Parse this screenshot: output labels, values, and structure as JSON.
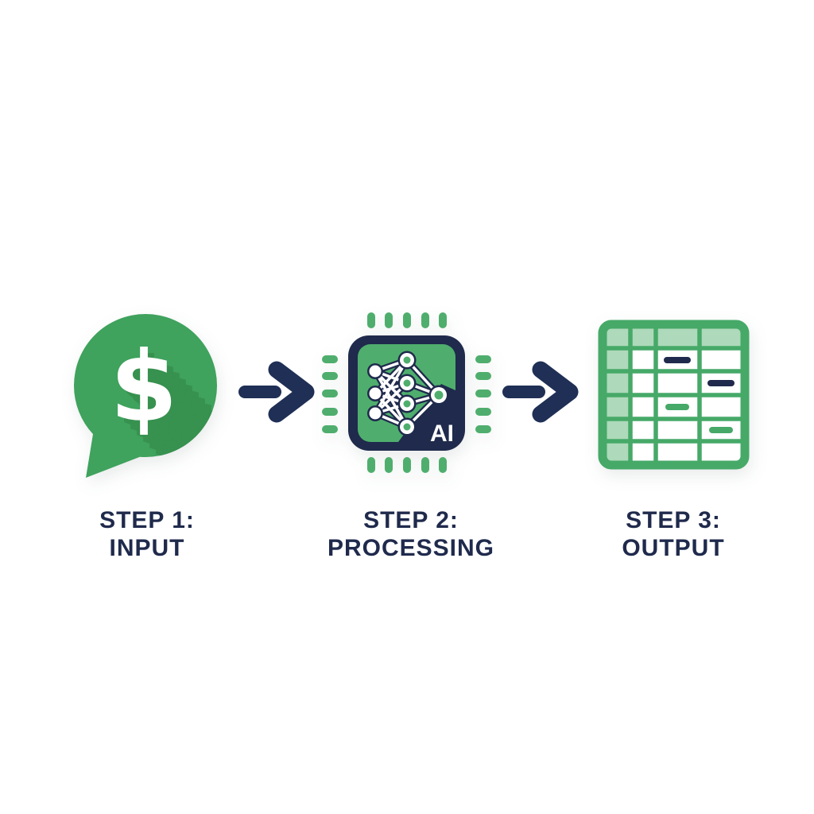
{
  "diagram": {
    "type": "process-flow",
    "background_color": "#ffffff",
    "steps": [
      {
        "id": "input",
        "line1": "STEP 1:",
        "line2": "INPUT",
        "icon": "dollar-speech-bubble-icon",
        "symbol": "$"
      },
      {
        "id": "processing",
        "line1": "STEP 2:",
        "line2": "PROCESSING",
        "icon": "ai-chip-icon",
        "chip_label": "AI"
      },
      {
        "id": "output",
        "line1": "STEP 3:",
        "line2": "OUTPUT",
        "icon": "data-table-icon"
      }
    ],
    "arrows": [
      {
        "from": "input",
        "to": "processing",
        "direction": "right"
      },
      {
        "from": "processing",
        "to": "output",
        "direction": "right"
      }
    ],
    "colors": {
      "bubble_green": "#3fa25d",
      "bubble_shadow_green": "#37914f",
      "chip_green": "#4fae6d",
      "table_border_green": "#46a968",
      "table_light_green": "#aed9ba",
      "navy": "#1f2a4c",
      "white": "#ffffff"
    },
    "table_preview": {
      "rows": 6,
      "columns": 4,
      "header_row_shaded": true,
      "first_column_shaded": true,
      "dashes": [
        {
          "row": 2,
          "col": 3,
          "color": "navy"
        },
        {
          "row": 3,
          "col": 4,
          "color": "navy"
        },
        {
          "row": 4,
          "col": 3,
          "color": "green"
        },
        {
          "row": 5,
          "col": 4,
          "color": "green"
        }
      ]
    }
  }
}
